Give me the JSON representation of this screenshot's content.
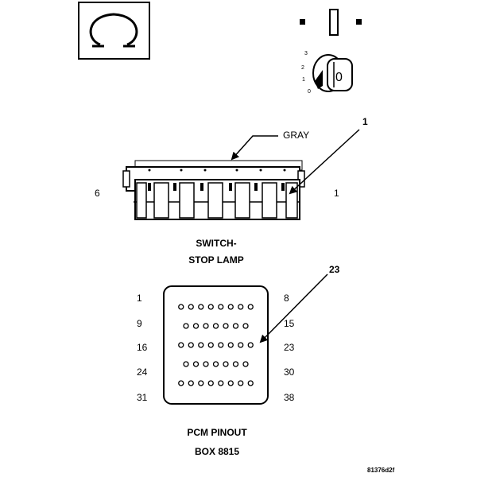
{
  "symbols": {
    "ohm_icon": "ohmmeter-omega-icon",
    "key_icon": "ignition-key-switch-icon",
    "arrow_color": "#000000"
  },
  "ignition": {
    "positions": [
      "3",
      "2",
      "1",
      "0"
    ],
    "key_label": "0"
  },
  "switch_connector": {
    "wire_color_label": "GRAY",
    "callout_number": "1",
    "left_pin": "6",
    "right_pin": "1",
    "title_line1": "SWITCH-",
    "title_line2": "STOP LAMP"
  },
  "pcm_connector": {
    "callout_number": "23",
    "row_pins_left": [
      "1",
      "9",
      "16",
      "24",
      "31"
    ],
    "row_pins_right": [
      "8",
      "15",
      "23",
      "30",
      "38"
    ],
    "pins_per_row": [
      8,
      7,
      8,
      7,
      8
    ],
    "probed_pin": "23",
    "title_line1": "PCM PINOUT",
    "title_line2": "BOX 8815"
  },
  "figure_id": "81376d2f"
}
